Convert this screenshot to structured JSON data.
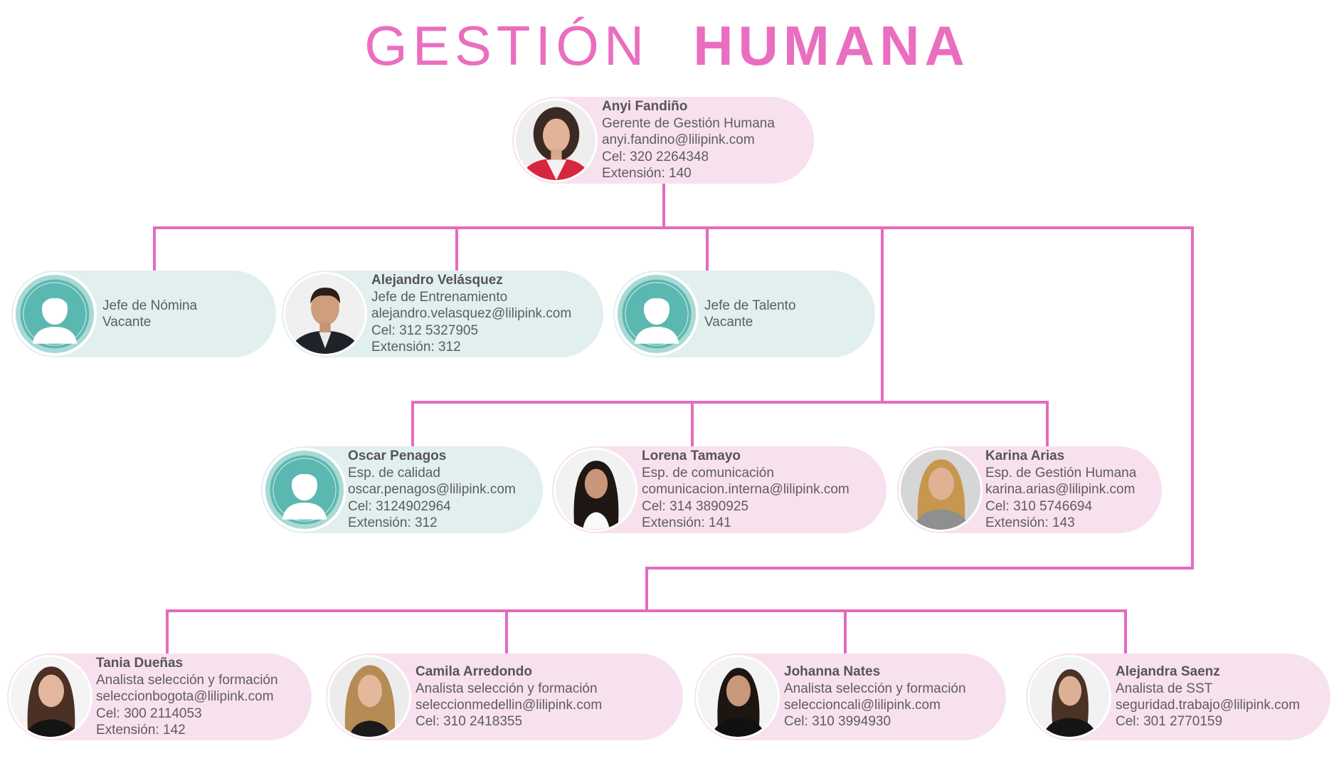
{
  "title": {
    "light": "GESTIÓN",
    "bold": "HUMANA"
  },
  "colors": {
    "title": "#ea6ec0",
    "connector": "#e46cbb",
    "card_pink": "#f8e1ee",
    "card_mint": "#e1efee",
    "avatar_teal": "#5bb8b1"
  },
  "people": {
    "anyi": {
      "name": "Anyi Fandiño",
      "role": "Gerente de Gestión Humana",
      "email": "anyi.fandino@lilipink.com",
      "phone": "Cel: 320 2264348",
      "ext": "Extensión: 140",
      "photo": "photo-woman-dark-hair-red-jacket"
    },
    "nomina": {
      "role": "Jefe de Nómina",
      "status": "Vacante",
      "photo": "placeholder-avatar-icon"
    },
    "alejandro": {
      "name": "Alejandro Velásquez",
      "role": "Jefe de Entrenamiento",
      "email": "alejandro.velasquez@lilipink.com",
      "phone": "Cel: 312 5327905",
      "ext": "Extensión: 312",
      "photo": "photo-man-dark-jacket"
    },
    "talento": {
      "role": "Jefe de Talento",
      "status": "Vacante",
      "photo": "placeholder-avatar-icon"
    },
    "oscar": {
      "name": "Oscar Penagos",
      "role": "Esp. de calidad",
      "email": "oscar.penagos@lilipink.com",
      "phone": "Cel: 3124902964",
      "ext": "Extensión: 312",
      "photo": "placeholder-avatar-icon"
    },
    "lorena": {
      "name": "Lorena Tamayo",
      "role": "Esp. de comunicación",
      "email": "comunicacion.interna@lilipink.com",
      "phone": "Cel: 314 3890925",
      "ext": "Extensión: 141",
      "photo": "photo-woman-long-dark-hair"
    },
    "karina": {
      "name": "Karina Arias",
      "role": "Esp. de Gestión Humana",
      "email": "karina.arias@lilipink.com",
      "phone": "Cel: 310 5746694",
      "ext": "Extensión: 143",
      "photo": "photo-woman-blonde-grey-sweater"
    },
    "tania": {
      "name": "Tania Dueñas",
      "role": "Analista selección y formación",
      "email": "seleccionbogota@lilipink.com",
      "phone": "Cel: 300 2114053",
      "ext": "Extensión: 142",
      "photo": "photo-woman-brown-hair-black-top"
    },
    "camila": {
      "name": "Camila Arredondo",
      "role": "Analista selección y formación",
      "email": "seleccionmedellin@lilipink.com",
      "phone": "Cel: 310 2418355",
      "photo": "photo-woman-blonde-hair"
    },
    "johanna": {
      "name": "Johanna Nates",
      "role": "Analista selección y formación",
      "email": "seleccioncali@lilipink.com",
      "phone": "Cel: 310 3994930",
      "photo": "photo-woman-dark-hair-black-top"
    },
    "alejandra": {
      "name": "Alejandra Saenz",
      "role": "Analista de SST",
      "email": "seguridad.trabajo@lilipink.com",
      "phone": "Cel: 301 2770159",
      "photo": "photo-woman-hair-up-black-jacket"
    }
  }
}
